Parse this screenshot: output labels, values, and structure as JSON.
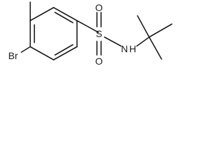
{
  "molecule": {
    "atoms": {
      "bromine": "Br",
      "sulfur": "S",
      "oxygen_top": "O",
      "oxygen_bottom": "O",
      "nitrogen": "N",
      "hydrogen": "H"
    },
    "colors": {
      "bond": "#1a1a1a",
      "text": "#1a1a1a",
      "background": "#ffffff"
    }
  }
}
